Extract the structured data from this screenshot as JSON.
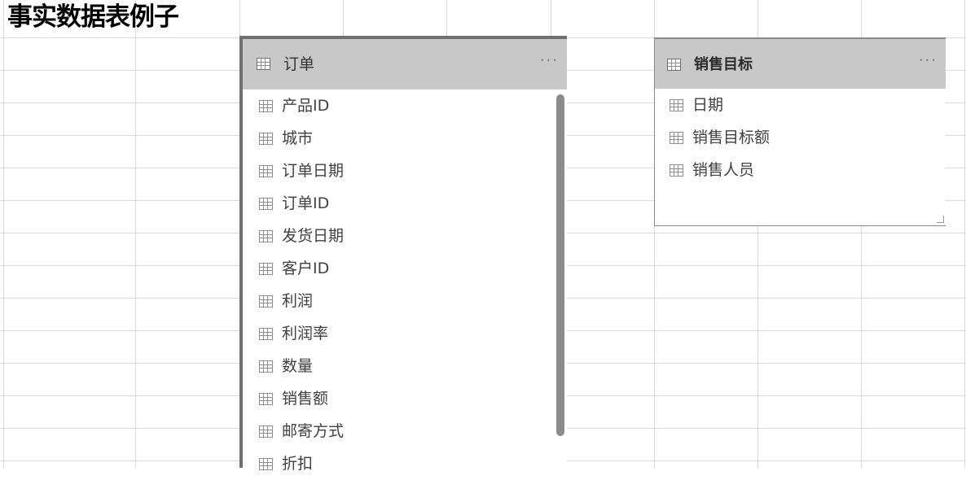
{
  "sheet": {
    "title": "事实数据表例子"
  },
  "tables": {
    "orders": {
      "name": "订单",
      "more_label": "···",
      "fields": [
        "产品ID",
        "城市",
        "订单日期",
        "订单ID",
        "发货日期",
        "客户ID",
        "利润",
        "利润率",
        "数量",
        "销售额",
        "邮寄方式",
        "折扣"
      ]
    },
    "targets": {
      "name": "销售目标",
      "more_label": "···",
      "fields": [
        "日期",
        "销售目标额",
        "销售人员"
      ]
    }
  },
  "icons": {
    "header_icon": "table-icon",
    "field_icon": "table-column-icon",
    "more_icon": "more-options-icon"
  },
  "colors": {
    "header_bg": "#c8c8c8",
    "grid_line": "#d9d9d9",
    "scrollbar": "#8c8c8c"
  }
}
